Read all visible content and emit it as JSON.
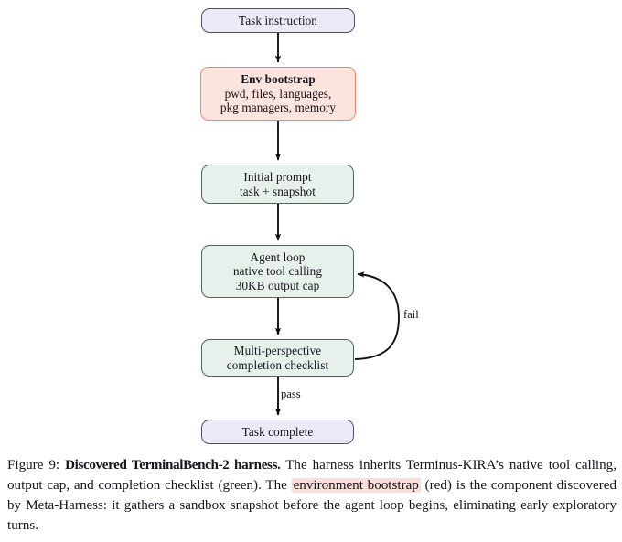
{
  "figure": {
    "number": "Figure 9:",
    "title": "Discovered TerminalBench-2 harness.",
    "caption_part_1": " The harness inherits Terminus-KIRA’s native tool calling, output cap, and completion checklist (green). The ",
    "caption_highlight": "environment bootstrap",
    "caption_part_2": " (red) is the component discovered by Meta-Harness: it gathers a sandbox snapshot before the agent loop begins, eliminating early exploratory turns."
  },
  "diagram": {
    "type": "flowchart",
    "colors": {
      "lavender_fill": "#eceaf7",
      "lavender_border": "#4d4d63",
      "green_fill": "#e7f1eb",
      "green_border": "#53615a",
      "red_fill": "#fbe3de",
      "red_border": "#ec8572",
      "arrow": "#101018",
      "highlight_pink": "#fadfd9"
    },
    "nodes": [
      {
        "id": "task-instruction",
        "style": "lavender",
        "lines": [
          {
            "text": "Task instruction",
            "bold": false
          }
        ]
      },
      {
        "id": "env-bootstrap",
        "style": "red",
        "lines": [
          {
            "text": "Env bootstrap",
            "bold": true
          },
          {
            "text": "pwd, files, languages,",
            "bold": false
          },
          {
            "text": "pkg managers, memory",
            "bold": false
          }
        ]
      },
      {
        "id": "initial-prompt",
        "style": "green",
        "lines": [
          {
            "text": "Initial prompt",
            "bold": false
          },
          {
            "text": "task + snapshot",
            "bold": false
          }
        ]
      },
      {
        "id": "agent-loop",
        "style": "green",
        "lines": [
          {
            "text": "Agent loop",
            "bold": false
          },
          {
            "text": "native tool calling",
            "bold": false
          },
          {
            "text": "30KB output cap",
            "bold": false
          }
        ]
      },
      {
        "id": "checklist",
        "style": "green",
        "lines": [
          {
            "text": "Multi-perspective",
            "bold": false
          },
          {
            "text": "completion checklist",
            "bold": false
          }
        ]
      },
      {
        "id": "task-complete",
        "style": "lavender",
        "lines": [
          {
            "text": "Task complete",
            "bold": false
          }
        ]
      }
    ],
    "edges": [
      {
        "from": "task-instruction",
        "to": "env-bootstrap",
        "label": ""
      },
      {
        "from": "env-bootstrap",
        "to": "initial-prompt",
        "label": ""
      },
      {
        "from": "initial-prompt",
        "to": "agent-loop",
        "label": ""
      },
      {
        "from": "agent-loop",
        "to": "checklist",
        "label": ""
      },
      {
        "from": "checklist",
        "to": "agent-loop",
        "label": "fail"
      },
      {
        "from": "checklist",
        "to": "task-complete",
        "label": "pass"
      }
    ],
    "labels": {
      "fail": "fail",
      "pass": "pass"
    }
  }
}
